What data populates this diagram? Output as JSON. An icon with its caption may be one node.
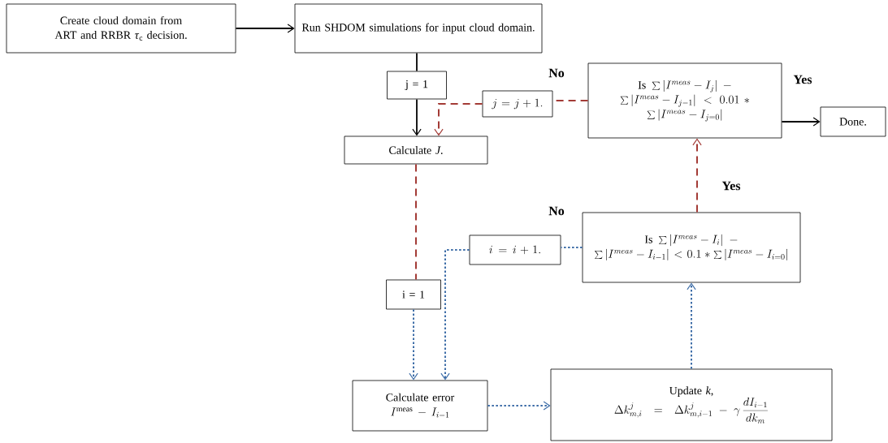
{
  "diagram": {
    "nodes": [
      {
        "text": [
          "Create cloud domain from ART and RRBR *τ*$_{c}$ decision."
        ]
      },
      {
        "text": [
          "Run SHDOM simulations for input cloud domain."
        ]
      },
      {
        "text": [
          "j = 1"
        ]
      },
      {
        "text": [
          "j = j+1."
        ]
      },
      {
        "text": [
          "\\mathrm{Is}\\ \\sum{|I^{meas}-I_j|} - \\sum{|I^{meas}-I_{j-1}|} < 0.01 * \\sum{|I^{meas}-I_{j=0}|}"
        ]
      },
      {
        "text": [
          "Done."
        ]
      },
      {
        "text": [
          "Calculate *J*."
        ]
      },
      {
        "text": [
          "i = i+1."
        ]
      },
      {
        "text": [
          "\\mathrm{Is}\\ \\sum{|I^{meas}-I_i|} - \\sum{|I^{meas}-I_{i-1}|} < 0.1 * \\sum{|I^{meas}-I_{i=0}|}"
        ]
      },
      {
        "text": [
          "i = 1"
        ]
      },
      {
        "text": [
          "Calculate error",
          "I^{\\mathrm{meas}} - I_{i-1}"
        ]
      },
      {
        "text": [
          "Update *k*,",
          "\\Delta k^{j}_{m,i} = \\Delta k^{j}_{m,i-1} - \\gamma\\,\\frac{dI_{i-1}}{dk_m}"
        ]
      }
    ],
    "edges": [
      {
        "from": 0,
        "to": 1,
        "arrow": "to",
        "color": "#000000"
      },
      {
        "from": 1,
        "to": 2,
        "arrow": "none",
        "color": "#000000"
      },
      {
        "from": 2,
        "to": 6,
        "arrow": "to",
        "color": "#000000"
      },
      {
        "from": 4,
        "to": 3,
        "arrow": "none",
        "style": "dashed",
        "color": "#a33b36"
      },
      {
        "from": 3,
        "to": 6,
        "arrow": "to",
        "style": "dashed",
        "color": "#a33b36"
      },
      {
        "from": 4,
        "to": 5,
        "arrow": "to",
        "color": "#000000"
      },
      {
        "from": 6,
        "to": 9,
        "arrow": "none",
        "style": "dashed",
        "color": "#a33b36"
      },
      {
        "from": 9,
        "to": 10,
        "arrow": "to",
        "style": "dashed"
      },
      {
        "from": 8,
        "to": 4,
        "arrow": "to",
        "style": "dashed",
        "color": "#a33b36"
      },
      {
        "from": 8,
        "to": 7,
        "arrow": "none",
        "style": "dashed"
      },
      {
        "from": 7,
        "to": 10,
        "arrow": "to",
        "style": "dashed"
      },
      {
        "from": 10,
        "to": 11,
        "arrow": "to",
        "style": "dashed"
      },
      {
        "from": 11,
        "to": 8,
        "arrow": "to",
        "style": "dashed"
      }
    ],
    "labels": [
      "No",
      "Yes",
      "Yes",
      "No"
    ]
  }
}
